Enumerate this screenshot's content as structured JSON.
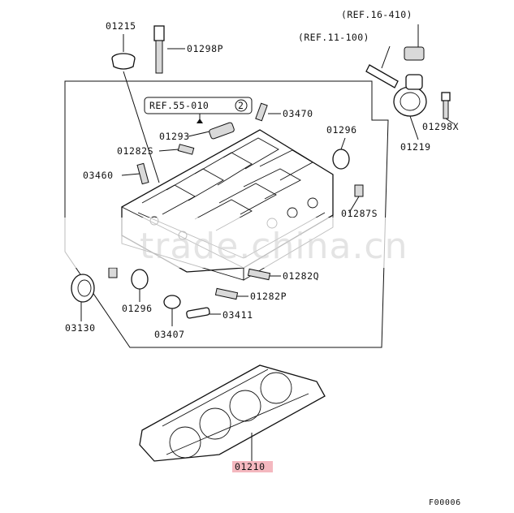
{
  "labels": {
    "p01215": "01215",
    "p01298p": "01298P",
    "ref16": "(REF.16-410)",
    "ref11": "(REF.11-100)",
    "ref55": "REF.55-010",
    "ref55_num": "2",
    "p03470": "03470",
    "p01296_top": "01296",
    "p01293": "01293",
    "p01282s": "01282S",
    "p01298x": "01298X",
    "p01219": "01219",
    "p03460": "03460",
    "p01287s": "01287S",
    "p01282q": "01282Q",
    "p01282p": "01282P",
    "p03411": "03411",
    "p03130": "03130",
    "p01296_bot": "01296",
    "p03407": "03407",
    "p01210": "01210",
    "figure_code": "F00006"
  },
  "watermark": "trade.china.cn",
  "colors": {
    "highlight": "#f4b8bf",
    "line": "#111111",
    "watermark": "#cfcfcf"
  }
}
